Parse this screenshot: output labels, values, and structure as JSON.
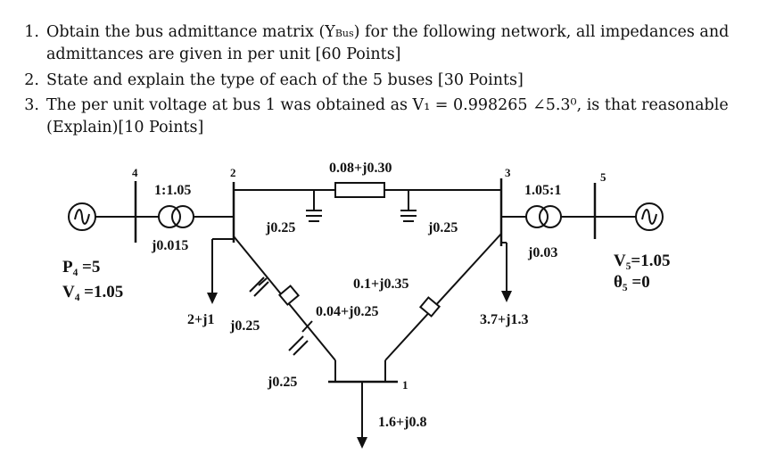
{
  "questions": [
    {
      "num": "1.",
      "line1": "Obtain the bus admittance matrix (Y",
      "sub": "Bus",
      "line1b": ") for the following network, all impedances and",
      "line2": "admittances are given in per unit [60 Points]"
    },
    {
      "num": "2.",
      "line1": "State and explain the type of each of the 5 buses [30 Points]"
    },
    {
      "num": "3.",
      "line1": "The per unit voltage at bus 1 was obtained as V₁ = 0.998265 ∠5.3⁰, is that reasonable",
      "line2": "(Explain)[10 Points]"
    }
  ],
  "diagram": {
    "bus_labels": {
      "b1": "1",
      "b2": "2",
      "b3": "3",
      "b4": "4",
      "b5": "5"
    },
    "t1_ratio": "1:1.05",
    "t1_reactance": "j0.015",
    "t2_ratio": "1.05:1",
    "t2_reactance": "j0.03",
    "line23_impedance": "0.08+j0.30",
    "line23_shunt_left": "j0.25",
    "line23_shunt_right": "j0.25",
    "line13_impedance": "0.1+j0.35",
    "line12_impedance": "0.04+j0.25",
    "line12_shunt_top": "j0.25",
    "line12_shunt_bottom": "j0.25",
    "load2": "2+j1",
    "load3": "3.7+j1.3",
    "load1": "1.6+j0.8",
    "gen4_p": "P₄ =5",
    "gen4_v": "V₄ =1.05",
    "gen5_v": "V₅=1.05",
    "gen5_theta": "θ₅ =0"
  }
}
